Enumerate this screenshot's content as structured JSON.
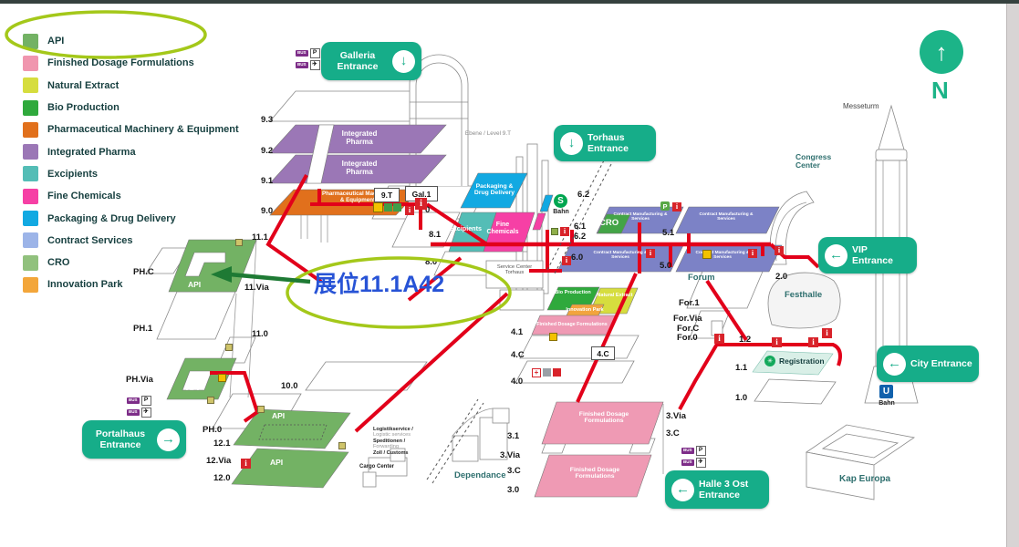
{
  "legend": {
    "items": [
      {
        "label": "API",
        "color": "#73b264"
      },
      {
        "label": "Finished Dosage Formulations",
        "color": "#f096ae"
      },
      {
        "label": "Natural Extract",
        "color": "#d6dd3e"
      },
      {
        "label": "Bio Production",
        "color": "#2fa93c"
      },
      {
        "label": "Pharmaceutical Machinery & Equipment",
        "color": "#e1701c"
      },
      {
        "label": "Integrated Pharma",
        "color": "#9b77b6"
      },
      {
        "label": "Excipients",
        "color": "#54bdb6"
      },
      {
        "label": "Fine Chemicals",
        "color": "#f640a5"
      },
      {
        "label": "Packaging & Drug Delivery",
        "color": "#12a9e2"
      },
      {
        "label": "Contract Services",
        "color": "#9cb4e8"
      },
      {
        "label": "CRO",
        "color": "#91c17d"
      },
      {
        "label": "Innovation Park",
        "color": "#f3a63a"
      }
    ]
  },
  "annotation": {
    "booth": "展位11.1A42",
    "highlight_color": "#a4c81a",
    "arrow_color": "#1e7a34",
    "text_color": "#2753d6"
  },
  "compass": {
    "label": "N"
  },
  "entrances": {
    "galleria": {
      "label": "Galleria Entrance",
      "arrow": "down"
    },
    "torhaus": {
      "label": "Torhaus Entrance",
      "arrow": "down"
    },
    "vip": {
      "label": "VIP Entrance",
      "arrow": "left"
    },
    "city": {
      "label": "City Entrance",
      "arrow": "left"
    },
    "halle3ost": {
      "label": "Halle 3 Ost Entrance",
      "arrow": "left"
    },
    "portalhaus": {
      "label": "Portalhaus Entrance",
      "arrow": "right"
    }
  },
  "halls": {
    "integrated_pharma": "Integrated Pharma",
    "pme": "Pharmaceutical Machinery & Equipment",
    "packaging": "Packaging & Drug Delivery",
    "excipients": "Excipients",
    "fine_chemicals": "Fine Chemicals",
    "cro": "CRO",
    "cms": "Contract Manufacturing & Services",
    "api": "API",
    "bio": "Bio Production",
    "natural": "Natural Extract",
    "innovation": "Innovation Park",
    "fdf": "Finished Dosage Formulations"
  },
  "map_colors": {
    "api": "#73b264",
    "fdf": "#ef9ab4",
    "purple": "#9b77b6",
    "orange": "#e1701c",
    "blue": "#12a9e2",
    "teal": "#54bdb6",
    "magenta": "#f640a5",
    "periwinkle": "#7c82c6",
    "cro_block": "#43a447",
    "bio": "#2fa93c",
    "natural": "#d6dd3e",
    "innovation": "#f2a43e",
    "route": "#e2001a",
    "registration": "#d9efe7"
  },
  "levels": {
    "l93": "9.3",
    "l92": "9.2",
    "l91": "9.1",
    "l90": "9.0",
    "l9t": "9.T",
    "gal1": "Gal.1",
    "gal0": "0",
    "l111": "11.1",
    "l11via": "11.Via",
    "l110": "11.0",
    "phc": "PH.C",
    "ph1": "PH.1",
    "phvia": "PH.Via",
    "ph0": "PH.0",
    "l121": "12.1",
    "l12via": "12.Via",
    "l120": "12.0",
    "l100": "10.0",
    "l81": "8.1",
    "l80": "8.0",
    "l62": "6.2",
    "l61": "6.1",
    "l60": "6.0",
    "l51": "5.1",
    "l50": "5.0",
    "l41": "4.1",
    "l4c": "4.C",
    "l40": "4.0",
    "l31": "3.1",
    "l3via": "3.Via",
    "l3c": "3.C",
    "l30": "3.0",
    "for1": "For.1",
    "forvia": "For.Via",
    "forc": "For.C",
    "for0": "For.0",
    "l12": "1.2",
    "l11": "1.1",
    "l10": "1.0",
    "l20": "2.0"
  },
  "landmarks": {
    "messeturm": "Messeturm",
    "congress": "Congress Center",
    "festhalle": "Festhalle",
    "forum": "Forum",
    "kap_europa": "Kap Europa",
    "dependance": "Dependance",
    "cargo": "Cargo Center",
    "registration": "Registration",
    "service_center1": "Service Center",
    "service_center2": "Torhaus",
    "ebene": "Ebene / Level 9.T",
    "sbahn_label": "Bahn",
    "ubahn_label": "Bahn"
  },
  "logistics": {
    "line1": "Logistikservice /",
    "line2": "Logistic services",
    "line3": "Speditionen /",
    "line4": "Forwarding",
    "line5": "Zoll / Customs"
  },
  "badges": {
    "bus": "BUS",
    "parking": "P",
    "plane": "✈",
    "info": "i",
    "sbahn_s": "S",
    "ubahn_u": "U",
    "cross": "+"
  }
}
